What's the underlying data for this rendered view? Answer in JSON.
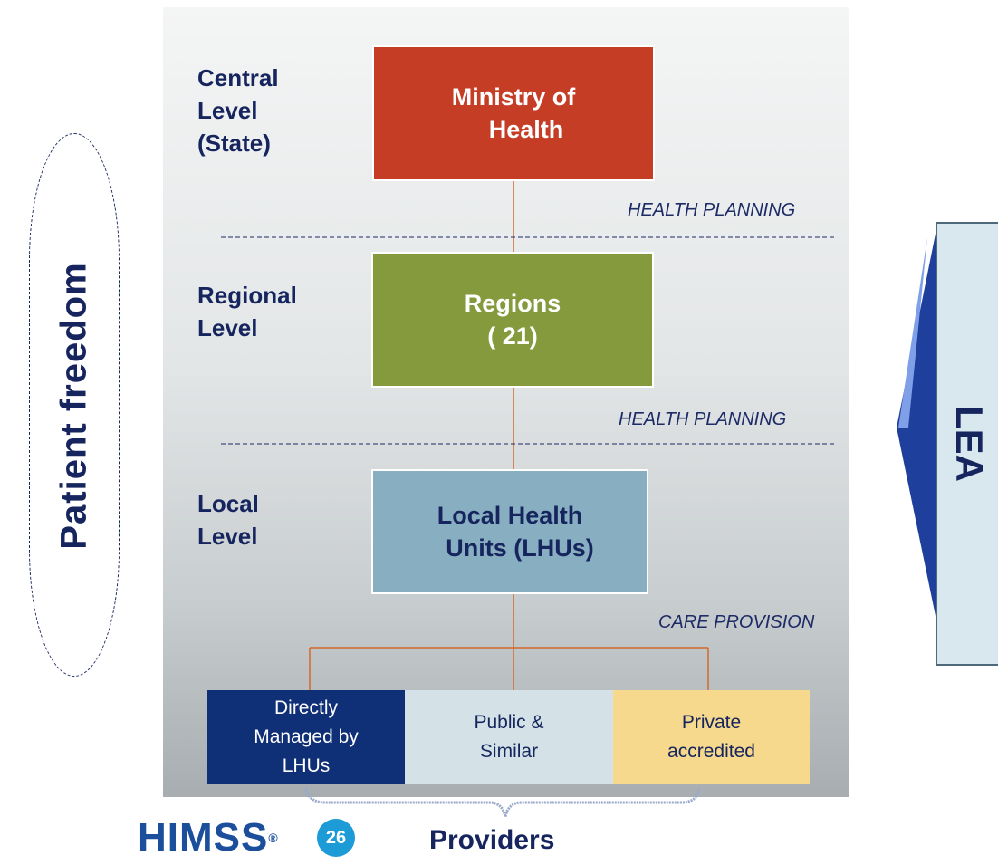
{
  "side_left": {
    "label": "Patient  freedom"
  },
  "side_right": {
    "label": "LEA"
  },
  "levels": {
    "central": [
      "Central",
      "Level",
      "(State)"
    ],
    "regional": [
      "Regional",
      "Level"
    ],
    "local": [
      "Local",
      "Level"
    ]
  },
  "boxes": {
    "ministry": [
      "Ministry of",
      "Health"
    ],
    "regions": [
      "Regions",
      "( 21)"
    ],
    "lhu": [
      "Local Health",
      "Units (LHUs)"
    ]
  },
  "connector_labels": {
    "planning_1": "HEALTH PLANNING",
    "planning_2": "HEALTH PLANNING",
    "care": "CARE PROVISION"
  },
  "providers": {
    "direct": [
      "Directly",
      "Managed by",
      "LHUs"
    ],
    "public": [
      "Public &",
      "Similar"
    ],
    "private": [
      "Private",
      "accredited"
    ],
    "label": "Providers"
  },
  "logo": {
    "brand": "HIMSS",
    "reg": "®",
    "number": "26"
  },
  "colors": {
    "ministry": "#c63d26",
    "regions": "#849a3c",
    "lhu": "#88afc1",
    "direct": "#0f2f76",
    "public": "#d4e1e7",
    "private": "#f6d98c",
    "connector": "#d3692a",
    "text_dark": "#16255e"
  }
}
